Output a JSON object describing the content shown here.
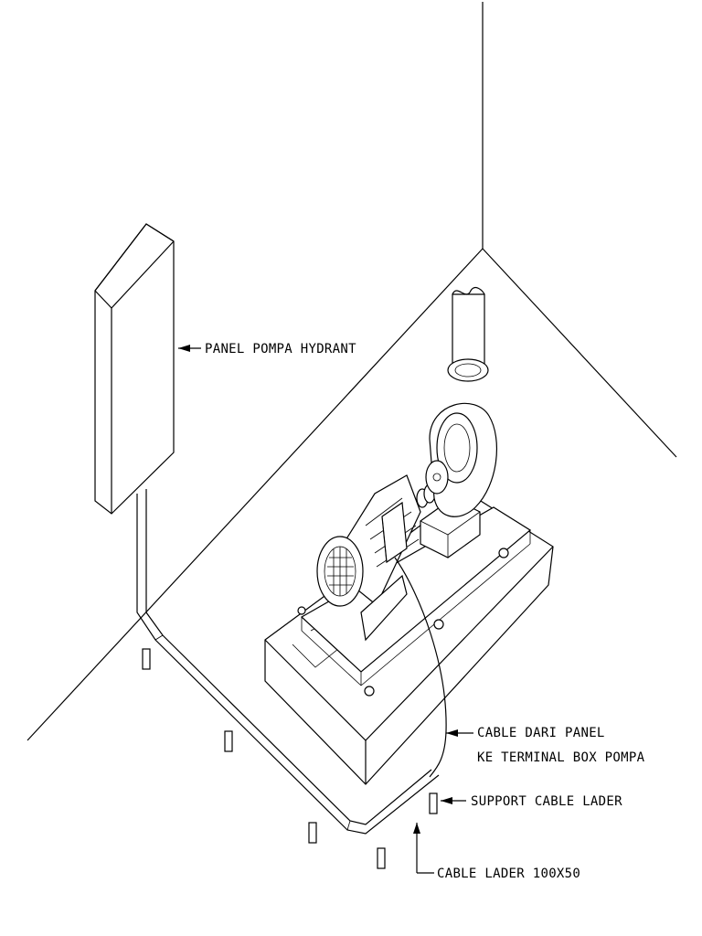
{
  "labels": {
    "panel": "PANEL POMPA HYDRANT",
    "cable_line1": "CABLE DARI PANEL",
    "cable_line2": "KE TERMINAL BOX POMPA",
    "support": "SUPPORT CABLE LADER",
    "ladder": "CABLE LADER 100X50"
  }
}
